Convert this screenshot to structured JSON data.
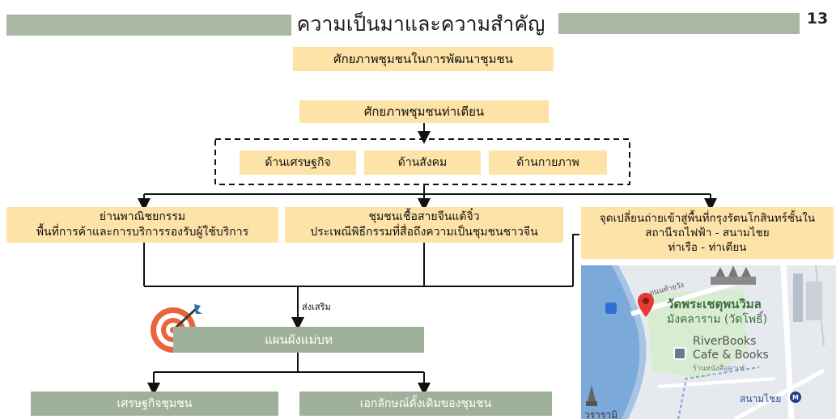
{
  "header": {
    "title": "ความเป็นมาและความสำคัญ",
    "page_number": "13"
  },
  "diagram": {
    "subtitle": "ศักยภาพชุมชนในการพัฒนาชุมชน",
    "root": "ศักยภาพชุมชนท่าเตียน",
    "aspects": [
      "ด้านเศรษฐกิจ",
      "ด้านสังคม",
      "ด้านกายภาพ"
    ],
    "branches": [
      {
        "line1": "ย่านพาณิชยกรรม",
        "line2": "พื้นที่การค้าและการบริการรองรับผู้ใช้บริการ",
        "line3": ""
      },
      {
        "line1": "ชุมชนเชื้อสายจีนแต้จิ๋ว",
        "line2": "ประเพณีพิธีกรรมที่สื่อถึงความเป็นชุมชนชาวจีน",
        "line3": ""
      },
      {
        "line1": "จุดเปลี่ยนถ่ายเข้าสู่พื้นที่กรุงรัตนโกสินทร์ชั้นใน",
        "line2": "สถานีรถไฟฟ้า - สนามไชย",
        "line3": "ท่าเรือ - ท่าเตียน"
      }
    ],
    "promote_label": "ส่งเสริม",
    "plan": "แผนผังแม่บท",
    "outcomes": [
      "เศรษฐกิจชุมชน",
      "เอกลักษณ์ดั้งเดิมของชุมชน"
    ]
  },
  "map": {
    "road_label": "ถนนท้ายวัง",
    "temple_name_1": "วัดพระเชตุพนวิมล",
    "temple_name_2": "มังคลาราม (วัดโพธิ์)",
    "cafe_name_1": "RiverBooks",
    "cafe_name_2": "Cafe & Books",
    "cafe_sub": "ร้านหนังสือคาเฟ่",
    "station": "สนามไชย",
    "bottom_text": "วรารามิ"
  },
  "colors": {
    "header_bar": "#a9b8a3",
    "cream_box": "#fde3a8",
    "sage_box": "#9fb19a"
  }
}
